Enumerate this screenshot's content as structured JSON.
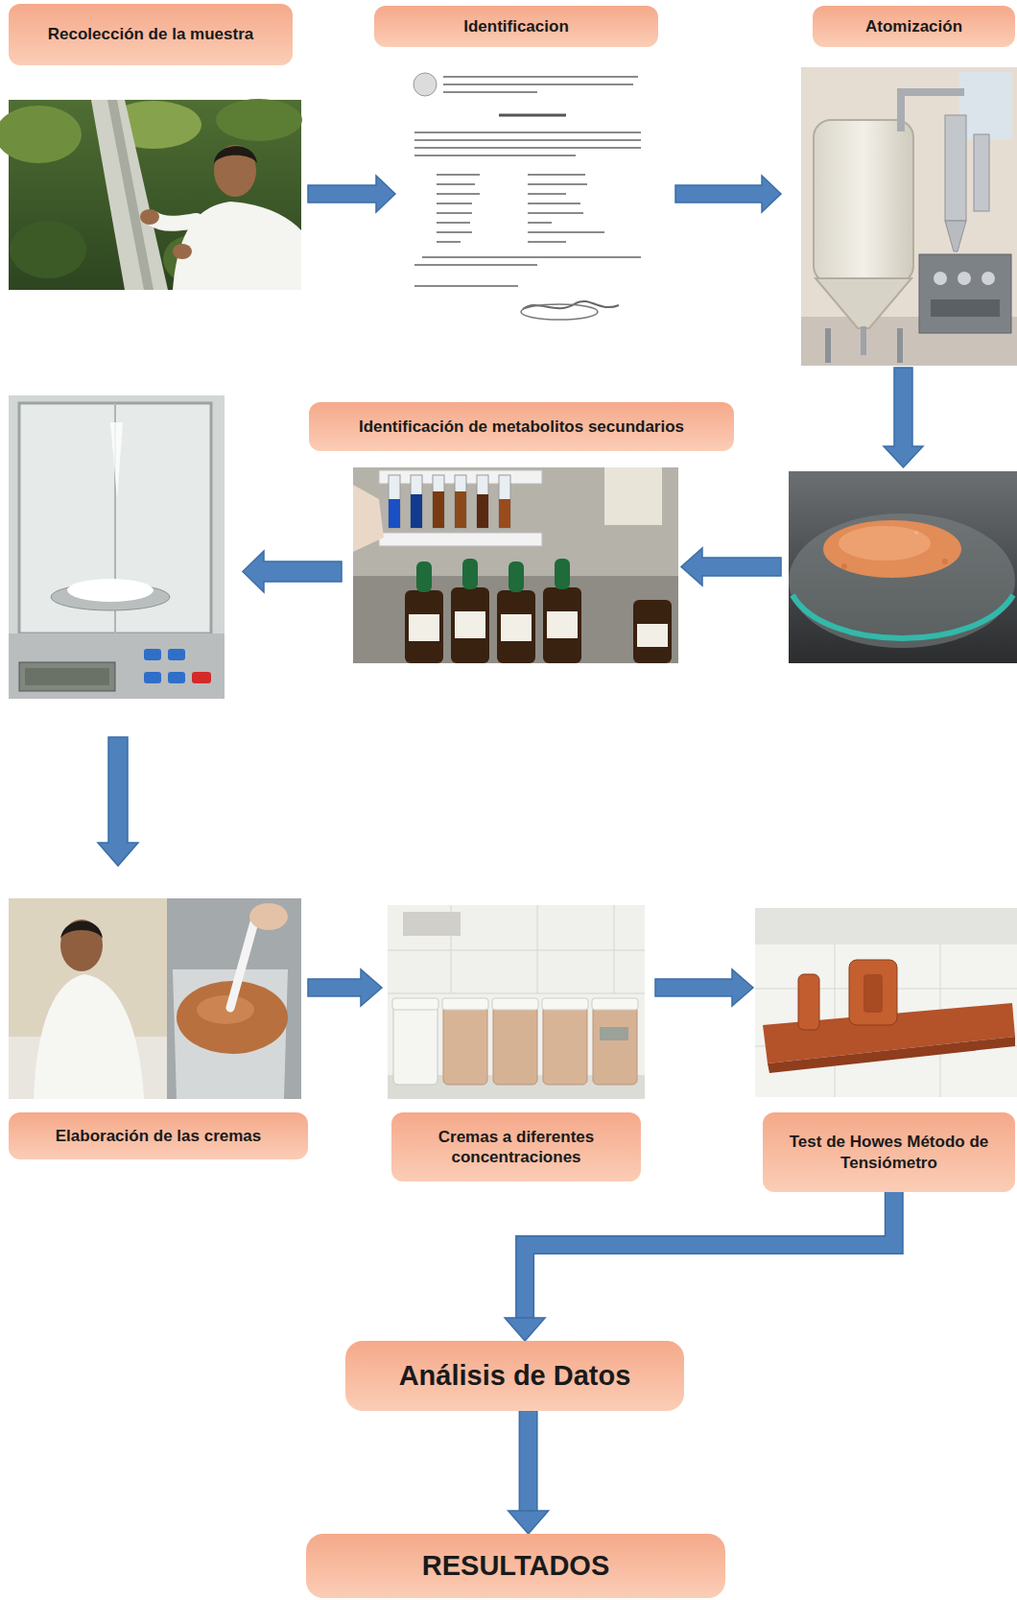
{
  "diagram": {
    "nodes": [
      {
        "text": [
          "Recolección de la muestra"
        ]
      },
      {
        "text": [
          "Identificacion"
        ]
      },
      {
        "text": [
          "Atomización"
        ]
      },
      {
        "text": [
          "Identificación de metabolitos secundarios"
        ]
      },
      {
        "text": [
          "Elaboración de las cremas"
        ]
      },
      {
        "text": [
          "Cremas a diferentes concentraciones"
        ]
      },
      {
        "text": [
          "Test de Howes Método de Tensiómetro"
        ]
      },
      {
        "text": [
          "Análisis de Datos"
        ]
      },
      {
        "text": [
          "RESULTADOS"
        ]
      }
    ],
    "edges": [
      {
        "from": 6,
        "to": 7,
        "arrow": "to"
      },
      {
        "from": 7,
        "to": 8,
        "arrow": "to"
      }
    ]
  }
}
